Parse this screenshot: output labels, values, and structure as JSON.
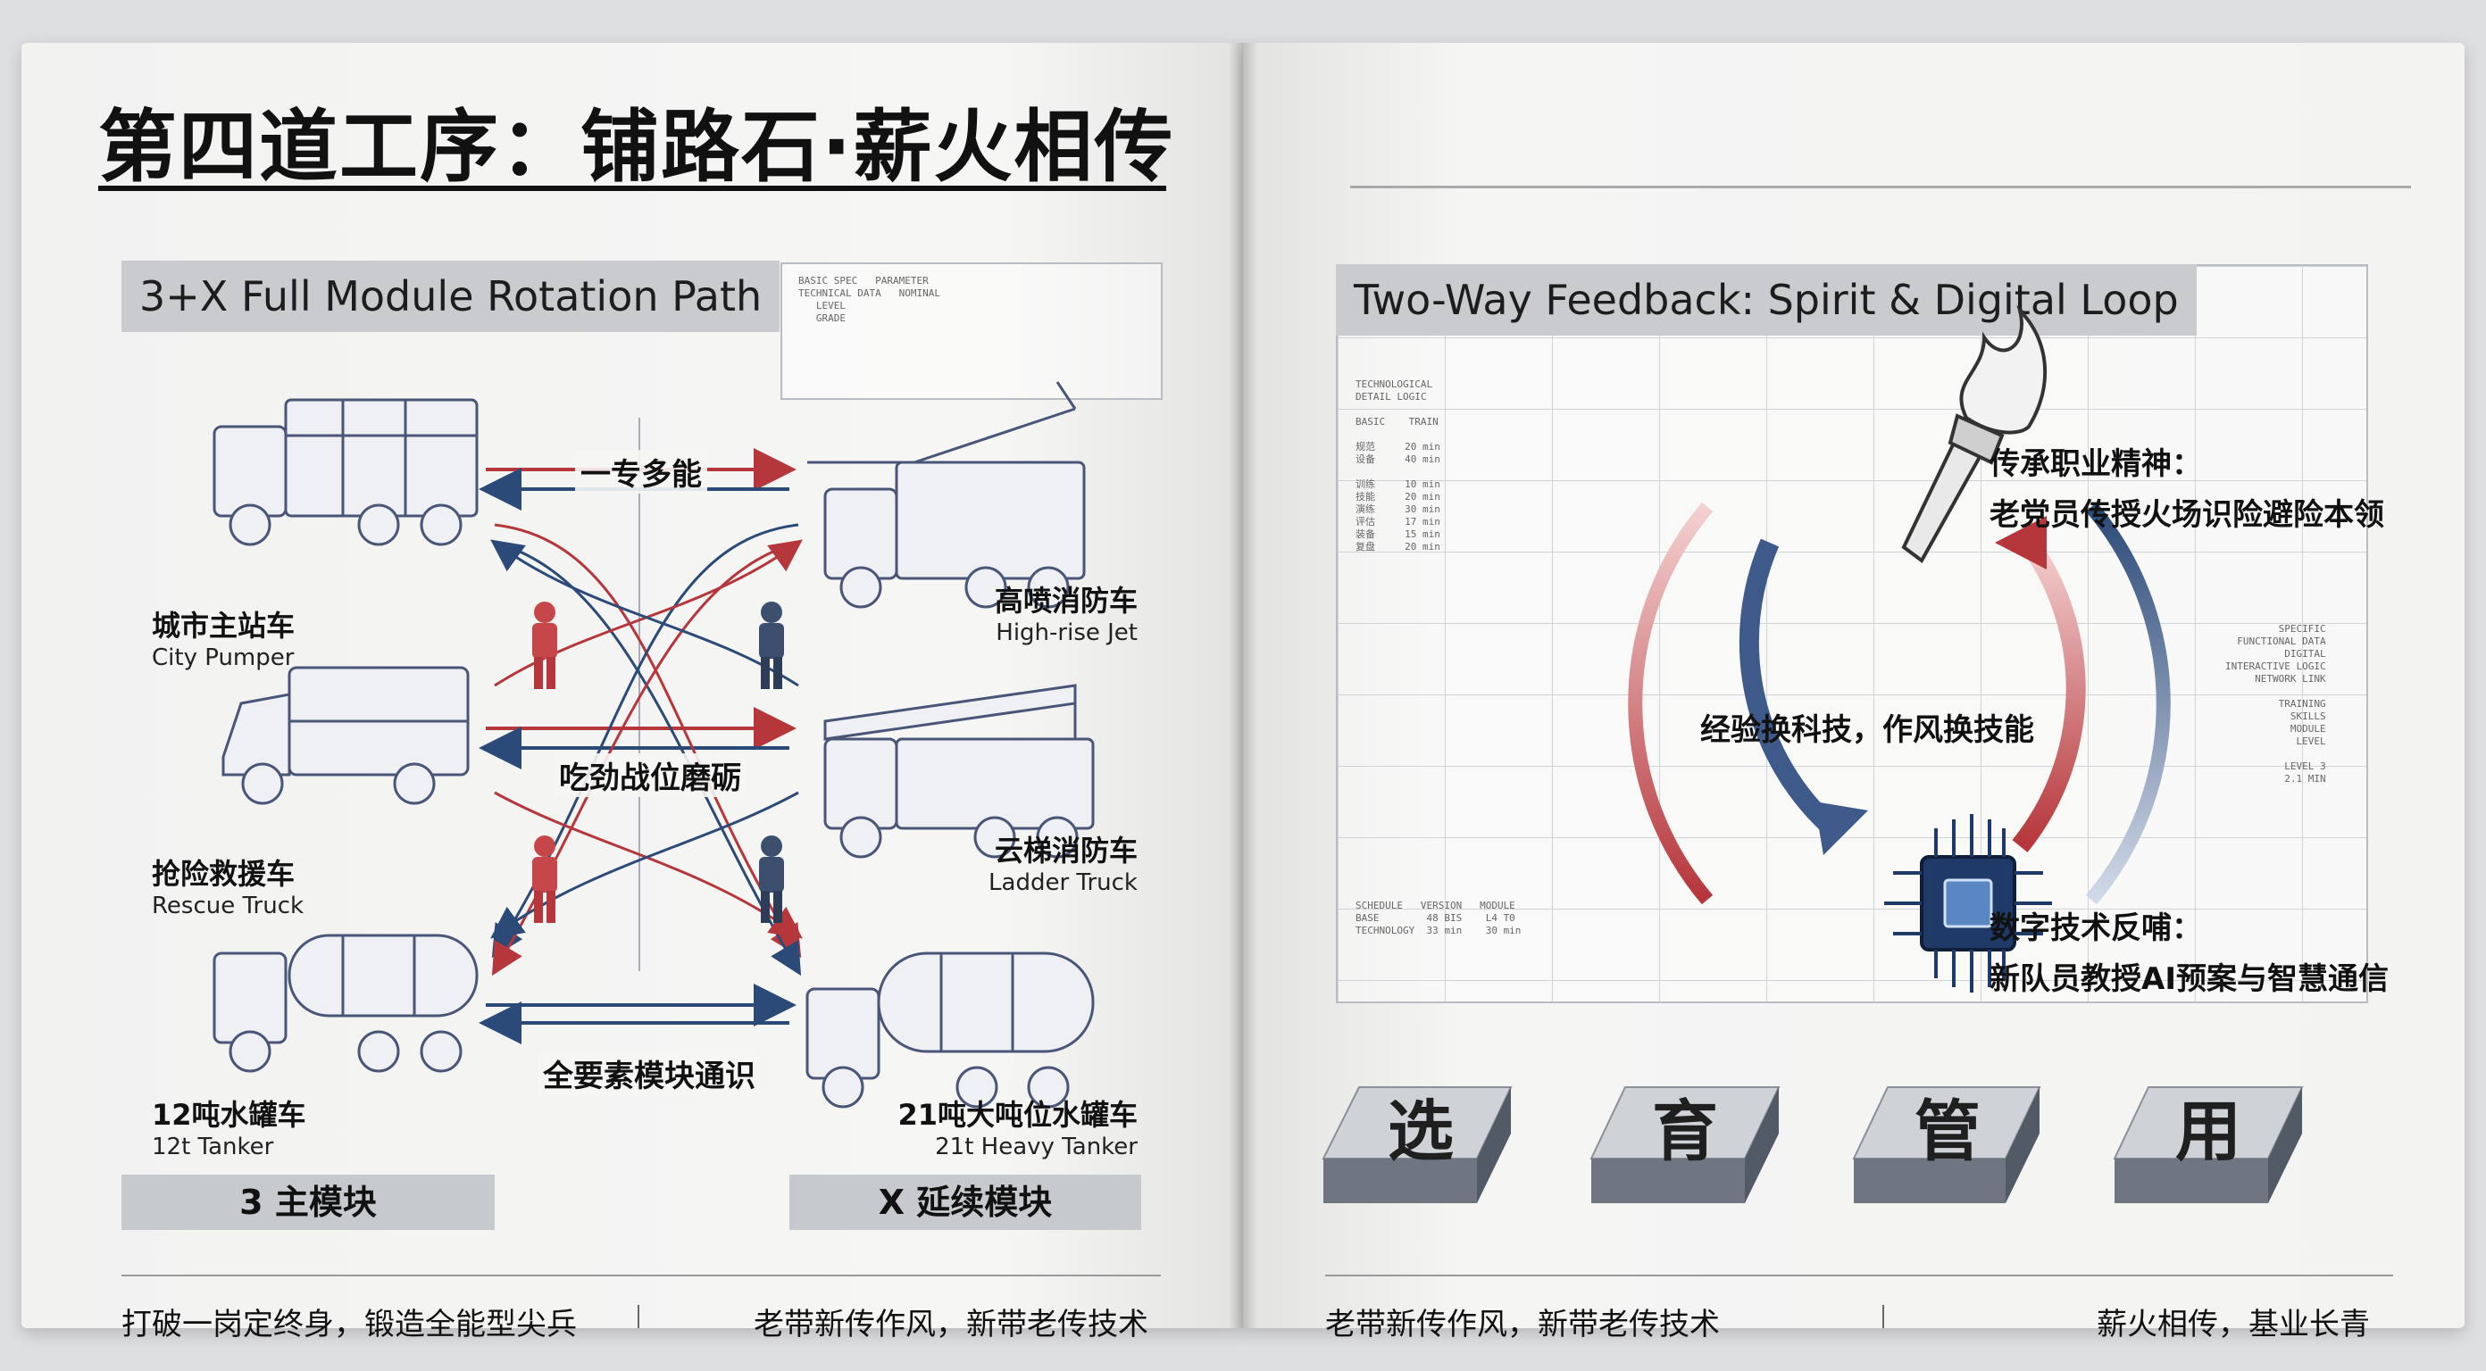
{
  "left_page": {
    "title": "第四道工序：铺路石·薪火相传",
    "section_header": "3+X Full Module Rotation Path",
    "corner_note": "BASIC SPEC   PARAMETER\nTECHNICAL DATA   NOMINAL\n   LEVEL\n   GRADE",
    "arrow_labels": {
      "top": "一专多能",
      "middle": "吃劲战位磨砺",
      "bottom": "全要素模块通识"
    },
    "vehicles_left": [
      {
        "cn": "城市主站车",
        "en": "City Pumper"
      },
      {
        "cn": "抢险救援车",
        "en": "Rescue Truck"
      },
      {
        "cn": "12吨水罐车",
        "en": "12t Tanker"
      }
    ],
    "vehicles_right": [
      {
        "cn": "高喷消防车",
        "en": "High-rise Jet"
      },
      {
        "cn": "云梯消防车",
        "en": "Ladder Truck"
      },
      {
        "cn": "21吨大吨位水罐车",
        "en": "21t Heavy Tanker"
      }
    ],
    "module_left": "3 主模块",
    "module_right": "X 延续模块",
    "footer_left": "打破一岗定终身，锻造全能型尖兵",
    "footer_right": "老带新传作风，新带老传技术"
  },
  "right_page": {
    "section_header": "Two-Way Feedback: Spirit & Digital Loop",
    "spec_notes": "TECHNOLOGICAL\nDETAIL LOGIC\n\nBASIC    TRAIN\n\n规范     20 min\n设备     40 min\n\n训练     10 min\n技能     20 min\n演练     30 min\n评估     17 min\n装备     15 min\n复盘     20 min",
    "side_notes": "SPECIFIC\nFUNCTIONAL DATA\nDIGITAL\nINTERACTIVE LOGIC\nNETWORK LINK\n\nTRAINING\nSKILLS\nMODULE\nLEVEL\n\nLEVEL 3\n2.1 MIN",
    "bottom_notes": "SCHEDULE   VERSION   MODULE\nBASE        48 BIS    L4 T0\nTECHNOLOGY  33 min    30 min",
    "torch_title": "传承职业精神：",
    "torch_desc": "老党员传授火场识险避险本领",
    "center_text": "经验换科技，作风换技能",
    "chip_title": "数字技术反哺：",
    "chip_desc": "新队员教授AI预案与智慧通信",
    "blocks": [
      "选",
      "育",
      "管",
      "用"
    ],
    "footer_left": "老带新传作风，新带老传技术",
    "footer_right": "薪火相传，基业长青"
  },
  "colors": {
    "red_arrow": "#b5363b",
    "blue_arrow": "#2c4a78",
    "header_bg": "#c9cbcf",
    "ink": "#111111"
  }
}
